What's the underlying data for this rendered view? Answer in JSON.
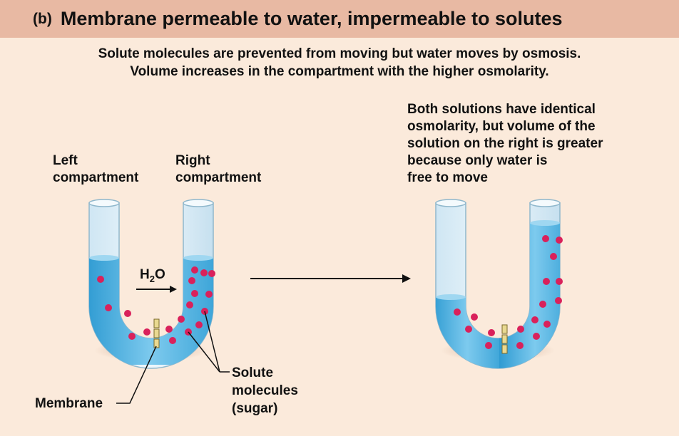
{
  "header": {
    "label": "(b)",
    "title": "Membrane permeable to water, impermeable to solutes"
  },
  "subtitle": {
    "line1": "Solute molecules are prevented from moving but water moves by osmosis.",
    "line2": "Volume increases in the compartment with the higher osmolarity."
  },
  "labels": {
    "left_compartment": [
      "Left",
      "compartment"
    ],
    "right_compartment": [
      "Right",
      "compartment"
    ],
    "h2o": {
      "main": "H",
      "sub": "2",
      "tail": "O"
    },
    "membrane": "Membrane",
    "solute": [
      "Solute",
      "molecules",
      "(sugar)"
    ],
    "result": [
      "Both solutions have identical",
      "osmolarity, but volume of the",
      "solution on the right is greater",
      "because only water is",
      "free to move"
    ]
  },
  "colors": {
    "background": "#fbeadb",
    "title_bar": "#e8b9a3",
    "water": "#56b4de",
    "solute": "#d9215b",
    "membrane": "#e9d991"
  }
}
